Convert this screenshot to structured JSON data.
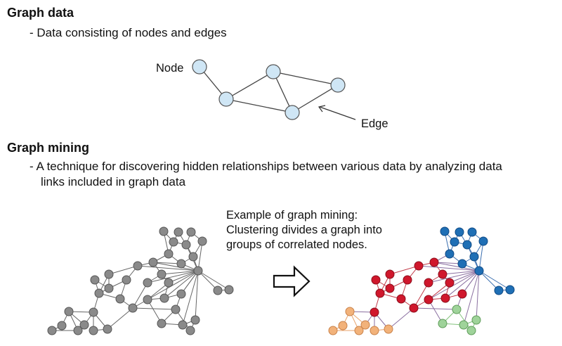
{
  "graph_data": {
    "heading": "Graph data",
    "description": "- Data consisting of nodes and edges",
    "node_label": "Node",
    "edge_label": "Edge"
  },
  "graph_mining": {
    "heading": "Graph mining",
    "description_line1": "- A technique for discovering hidden relationships between various data by analyzing data",
    "description_line2": "links included in graph data"
  },
  "example": {
    "caption_line1": "Example of graph mining:",
    "caption_line2": "Clustering divides a graph into",
    "caption_line3": "groups of correlated nodes."
  },
  "colors": {
    "simple_node_fill": "#cfe6f5",
    "unclustered_node": "#8a8a8a",
    "cluster_blue": "#1f6fb5",
    "cluster_red": "#d0172c",
    "cluster_orange": "#f2b27a",
    "cluster_green": "#9fd39a"
  },
  "icons": {
    "arrow": "hollow-right-arrow-icon"
  }
}
